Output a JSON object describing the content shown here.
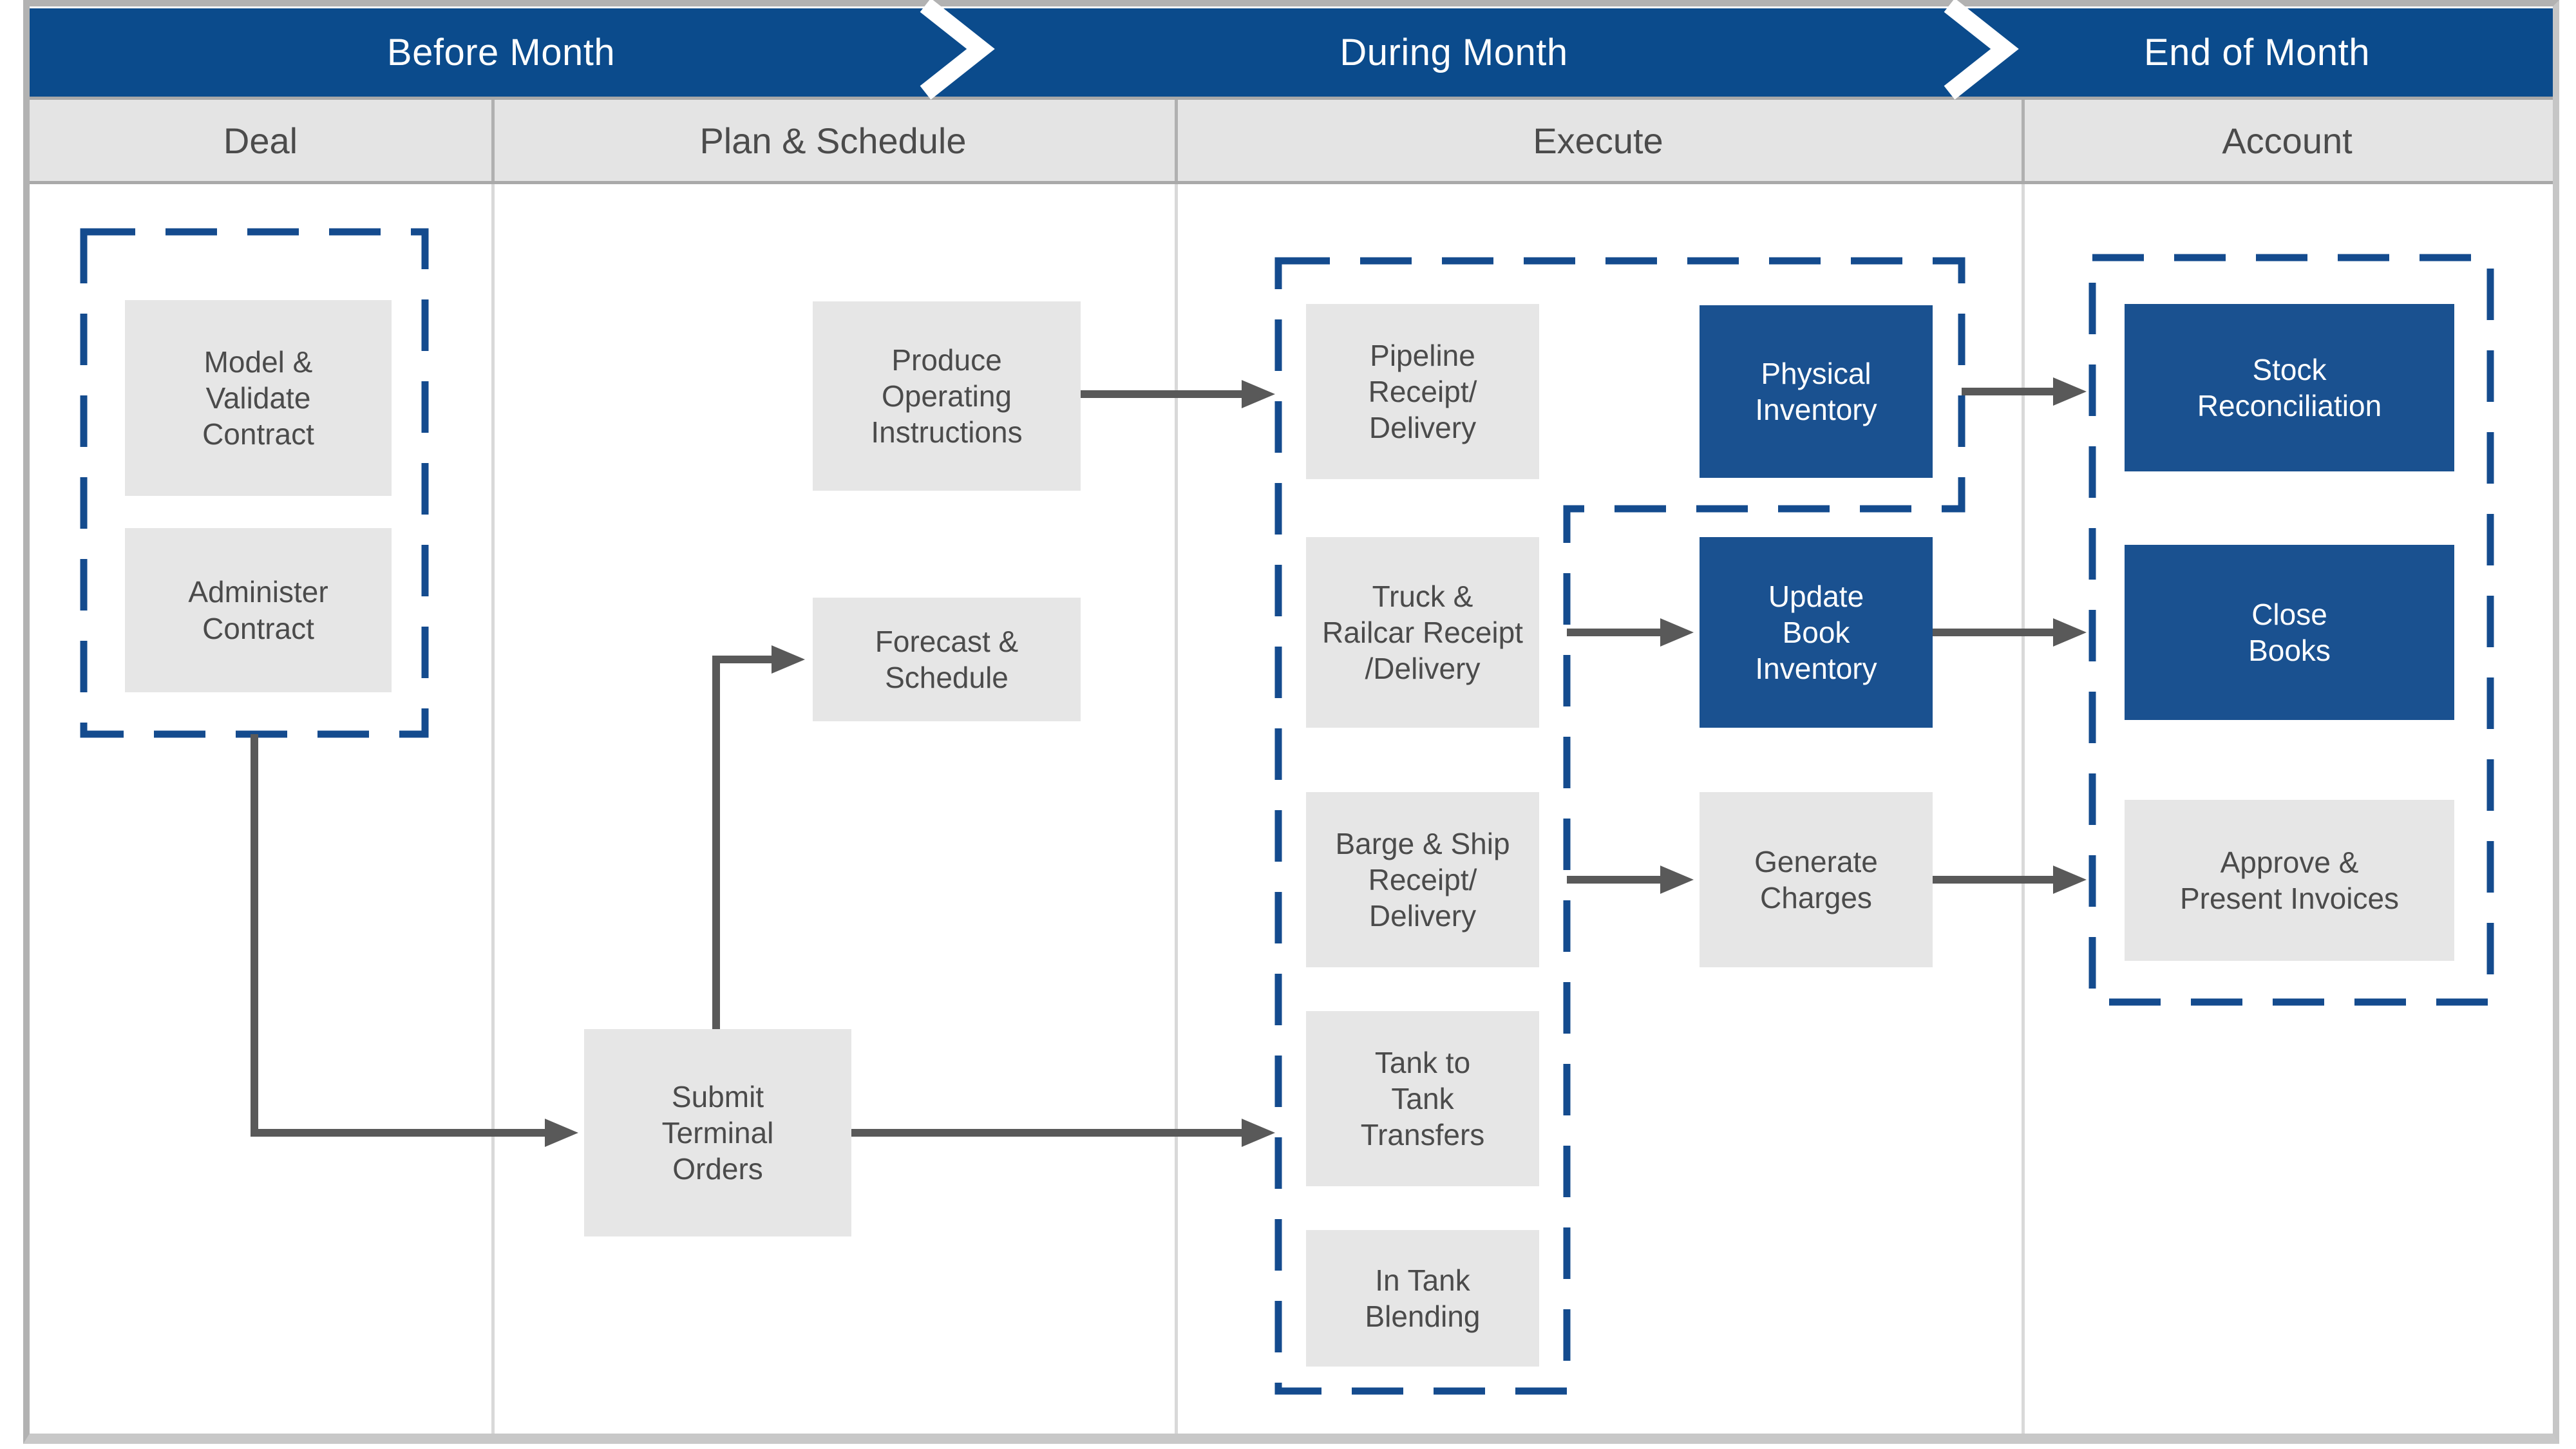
{
  "banner": {
    "phases": [
      {
        "label": "Before Month"
      },
      {
        "label": "During Month"
      },
      {
        "label": "End of Month"
      }
    ]
  },
  "columns": [
    {
      "label": "Deal"
    },
    {
      "label": "Plan & Schedule"
    },
    {
      "label": "Execute"
    },
    {
      "label": "Account"
    }
  ],
  "boxes": {
    "model_validate": {
      "label": "Model &\nValidate\nContract",
      "style": "gray"
    },
    "administer": {
      "label": "Administer\nContract",
      "style": "gray"
    },
    "produce": {
      "label": "Produce\nOperating\nInstructions",
      "style": "gray"
    },
    "forecast": {
      "label": "Forecast &\nSchedule",
      "style": "gray"
    },
    "submit": {
      "label": "Submit\nTerminal\nOrders",
      "style": "gray"
    },
    "pipeline": {
      "label": "Pipeline\nReceipt/\nDelivery",
      "style": "gray"
    },
    "truck": {
      "label": "Truck &\nRailcar Receipt\n/Delivery",
      "style": "gray"
    },
    "barge": {
      "label": "Barge & Ship\nReceipt/\nDelivery",
      "style": "gray"
    },
    "tank": {
      "label": "Tank to\nTank\nTransfers",
      "style": "gray"
    },
    "intank": {
      "label": "In Tank\nBlending",
      "style": "gray"
    },
    "physical": {
      "label": "Physical\nInventory",
      "style": "blue"
    },
    "update": {
      "label": "Update\nBook\nInventory",
      "style": "blue"
    },
    "generate": {
      "label": "Generate\nCharges",
      "style": "gray"
    },
    "stock": {
      "label": "Stock\nReconciliation",
      "style": "blue"
    },
    "close": {
      "label": "Close\nBooks",
      "style": "blue"
    },
    "approve": {
      "label": "Approve &\nPresent Invoices",
      "style": "gray"
    }
  },
  "colors": {
    "banner_blue": "#0b4b8c",
    "box_blue": "#1a5190",
    "dashed_blue": "#144b8e",
    "box_gray": "#e6e6e6",
    "header_gray": "#e4e4e4",
    "text_dark": "#4b4b4b",
    "arrow_gray": "#595959",
    "frame_gray": "#b2b2b2",
    "bottom_bar": "#c8c8c8"
  }
}
